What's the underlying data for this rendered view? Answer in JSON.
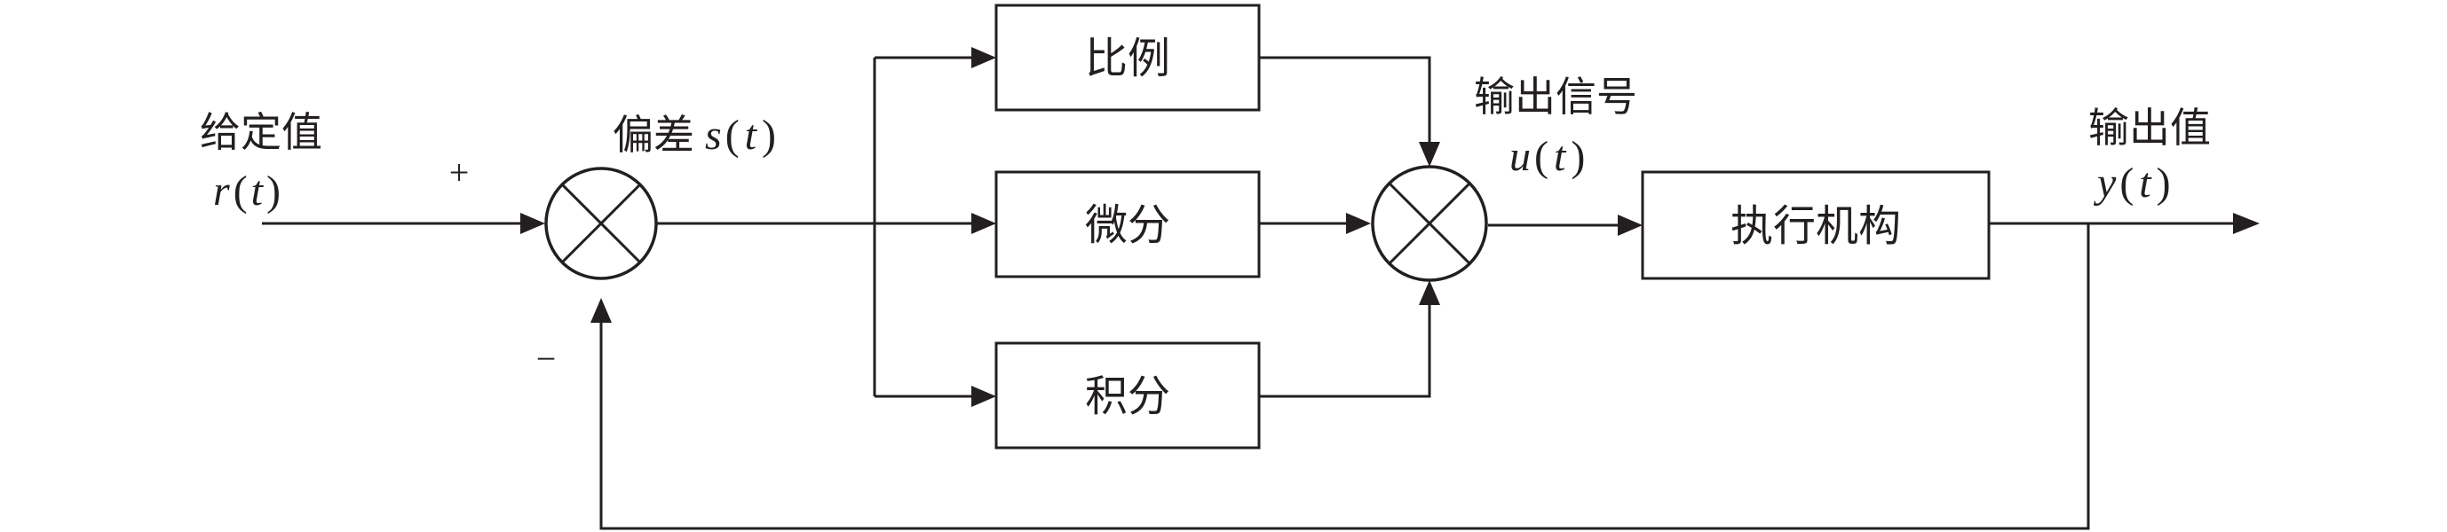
{
  "diagram": {
    "input": {
      "label": "给定值",
      "symbol": "r",
      "arg": "t"
    },
    "error": {
      "label": "偏差",
      "symbol": "s",
      "arg": "t"
    },
    "signs": {
      "plus": "+",
      "minus": "−"
    },
    "blocks": {
      "proportional": "比例",
      "derivative": "微分",
      "integral": "积分",
      "actuator": "执行机构"
    },
    "control_signal": {
      "label": "输出信号",
      "symbol": "u",
      "arg": "t"
    },
    "output": {
      "label": "输出值",
      "symbol": "y",
      "arg": "t"
    },
    "paren_open": "(",
    "paren_close": ")"
  }
}
